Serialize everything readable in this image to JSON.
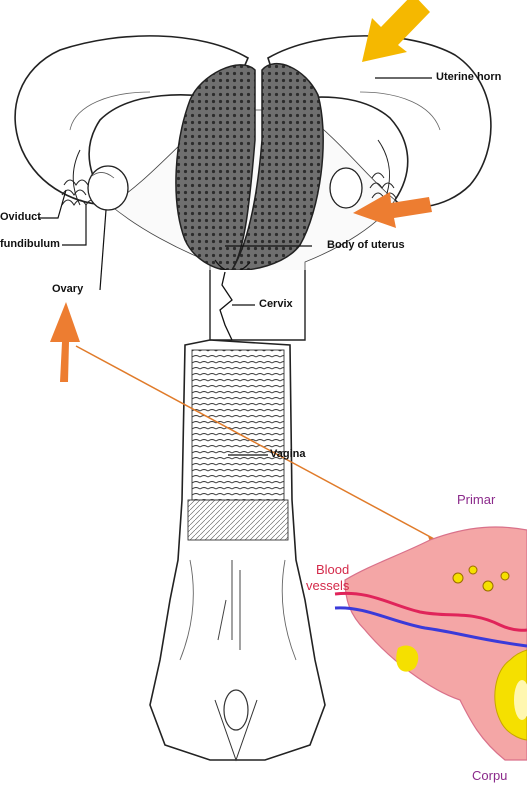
{
  "labels": {
    "uterine_horn": "Uterine horn",
    "oviduct": "Oviduct",
    "infundibulum": "fundibulum",
    "ovary": "Ovary",
    "body_of_uterus": "Body of uterus",
    "cervix": "Cervix",
    "vagina": "Vagina"
  },
  "ovary_inset": {
    "primary": "Primar",
    "blood_vessels_line1": "Blood",
    "blood_vessels_line2": "vessels",
    "corpus": "Corpu"
  },
  "colors": {
    "yellow_arrow": "#f5b800",
    "orange_arrow": "#ed7d31",
    "connector_line": "#e07b2a",
    "ovary_tissue": "#f4a6a6",
    "ovary_edge": "#d9718a",
    "vessel_red": "#e0245a",
    "vessel_blue": "#3a3ad9",
    "corpus_yellow": "#f5e000",
    "inset_label_purple": "#8b2a8b",
    "inset_label_red": "#d42a4a"
  }
}
